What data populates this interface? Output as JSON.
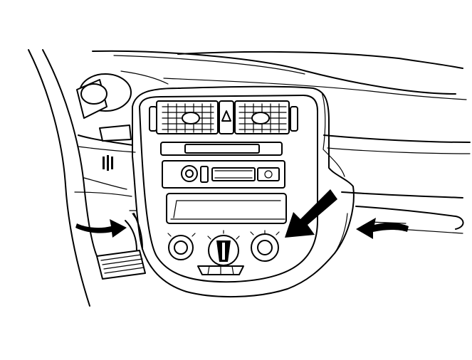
{
  "figure": {
    "subject": "dashboard-center-console",
    "line_color": "#000000",
    "background_color": "#ffffff",
    "icons": [
      "steering-wheel",
      "air-vent",
      "hazard-triangle",
      "radio",
      "cassette-slot",
      "storage-bin",
      "climate-knob",
      "brake-pedal",
      "curved-arrow",
      "large-arrow"
    ]
  }
}
